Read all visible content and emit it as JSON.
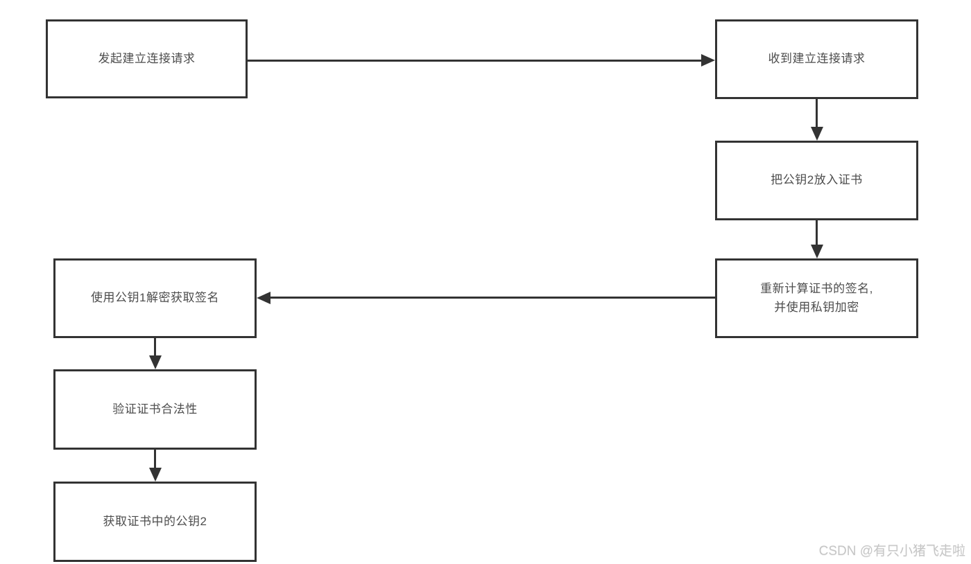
{
  "diagram": {
    "title_hint": "TLS certificate exchange flow",
    "colors": {
      "background": "#ffffff",
      "box_border": "#333333",
      "box_fill": "#ffffff",
      "arrow": "#333333",
      "text": "#4d4d4d",
      "watermark_text": "#c6c6c6"
    },
    "boxes": [
      {
        "id": "initiate-request",
        "label": "发起建立连接请求"
      },
      {
        "id": "receive-request",
        "label": "收到建立连接请求"
      },
      {
        "id": "put-pubkey2-in-cert",
        "label": "把公钥2放入证书"
      },
      {
        "id": "recompute-signature",
        "label": "重新计算证书的签名,\n并使用私钥加密"
      },
      {
        "id": "decrypt-signature",
        "label": "使用公钥1解密获取签名"
      },
      {
        "id": "verify-certificate",
        "label": "验证证书合法性"
      },
      {
        "id": "get-pubkey2",
        "label": "获取证书中的公钥2"
      }
    ],
    "arrows": [
      {
        "from": "initiate-request",
        "to": "receive-request",
        "direction": "right"
      },
      {
        "from": "receive-request",
        "to": "put-pubkey2-in-cert",
        "direction": "down"
      },
      {
        "from": "put-pubkey2-in-cert",
        "to": "recompute-signature",
        "direction": "down"
      },
      {
        "from": "recompute-signature",
        "to": "decrypt-signature",
        "direction": "left"
      },
      {
        "from": "decrypt-signature",
        "to": "verify-certificate",
        "direction": "down"
      },
      {
        "from": "verify-certificate",
        "to": "get-pubkey2",
        "direction": "down"
      }
    ]
  },
  "watermark": {
    "text": "CSDN @有只小猪飞走啦"
  }
}
